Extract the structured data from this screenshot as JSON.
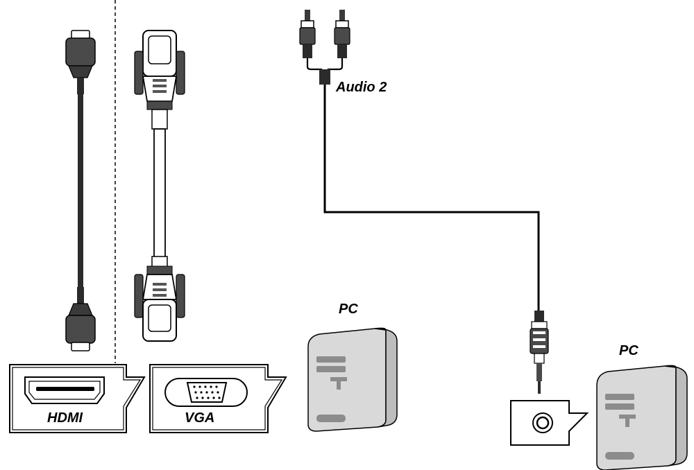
{
  "labels": {
    "hdmi": "HDMI",
    "vga": "VGA",
    "audio": "Audio 2",
    "pc_left": "PC",
    "pc_right": "PC"
  },
  "icons": {
    "hdmi_cable": "hdmi-cable-icon",
    "vga_cable": "vga-cable-icon",
    "audio_cable": "rca-to-minijack-audio-cable-icon",
    "pc": "desktop-pc-tower-icon",
    "hdmi_port": "hdmi-port-icon",
    "vga_port": "vga-port-icon",
    "audio_port": "audio-jack-port-icon"
  },
  "colors": {
    "line": "#000000",
    "cable_dark": "#2b2b2b",
    "connector_dark": "#4a4a4a",
    "pc_body": "#d9d9d9",
    "pc_side": "#bdbdbd",
    "pc_detail": "#8c8c8c",
    "background": "#ffffff"
  }
}
